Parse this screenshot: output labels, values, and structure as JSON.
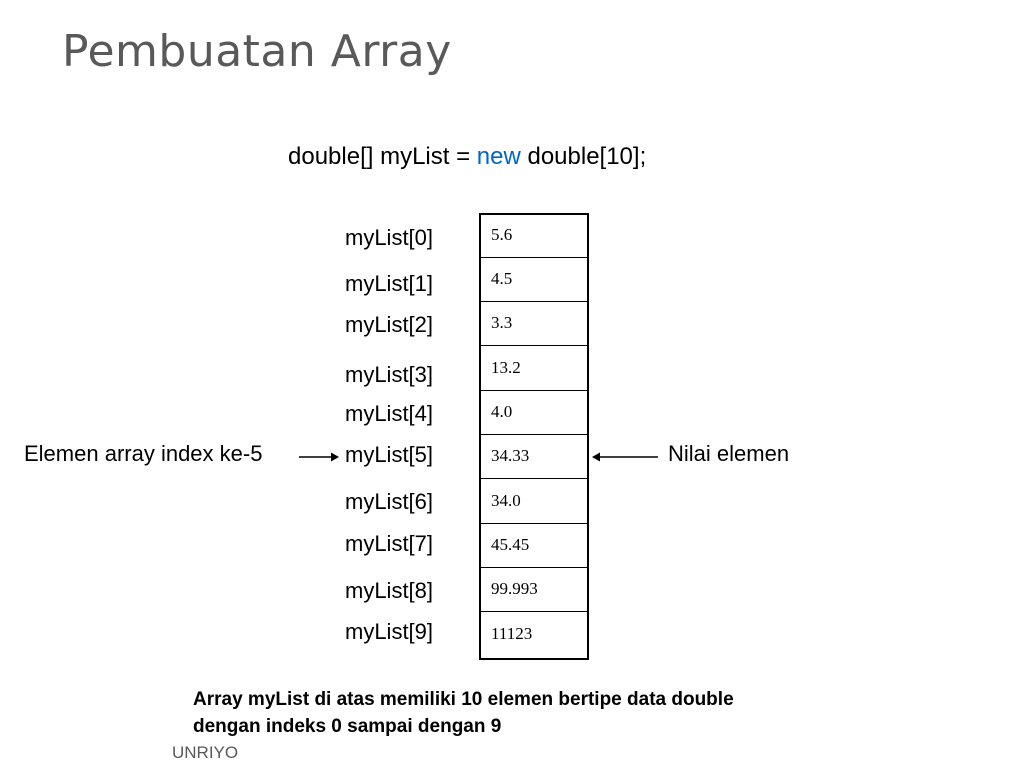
{
  "title": "Pembuatan Array",
  "declaration": {
    "before": "double[] myList = ",
    "keyword": "new",
    "after": " double[10];",
    "keyword_color": "#0066cc"
  },
  "array": {
    "labels": [
      "myList[0]",
      "myList[1]",
      "myList[2]",
      "myList[3]",
      "myList[4]",
      "myList[5]",
      "myList[6]",
      "myList[7]",
      "myList[8]",
      "myList[9]"
    ],
    "values": [
      "5.6",
      "4.5",
      "3.3",
      "13.2",
      "4.0",
      "34.33",
      "34.0",
      "45.45",
      "99.993",
      "11123"
    ]
  },
  "annotations": {
    "left": "Elemen array index ke-5",
    "right": "Nilai elemen"
  },
  "caption": {
    "line1": "Array myList di atas memiliki 10 elemen bertipe data double",
    "line2": "dengan indeks 0 sampai dengan 9"
  },
  "footer": "UNRIYO",
  "colors": {
    "title": "#595959",
    "keyword": "#0066cc"
  }
}
